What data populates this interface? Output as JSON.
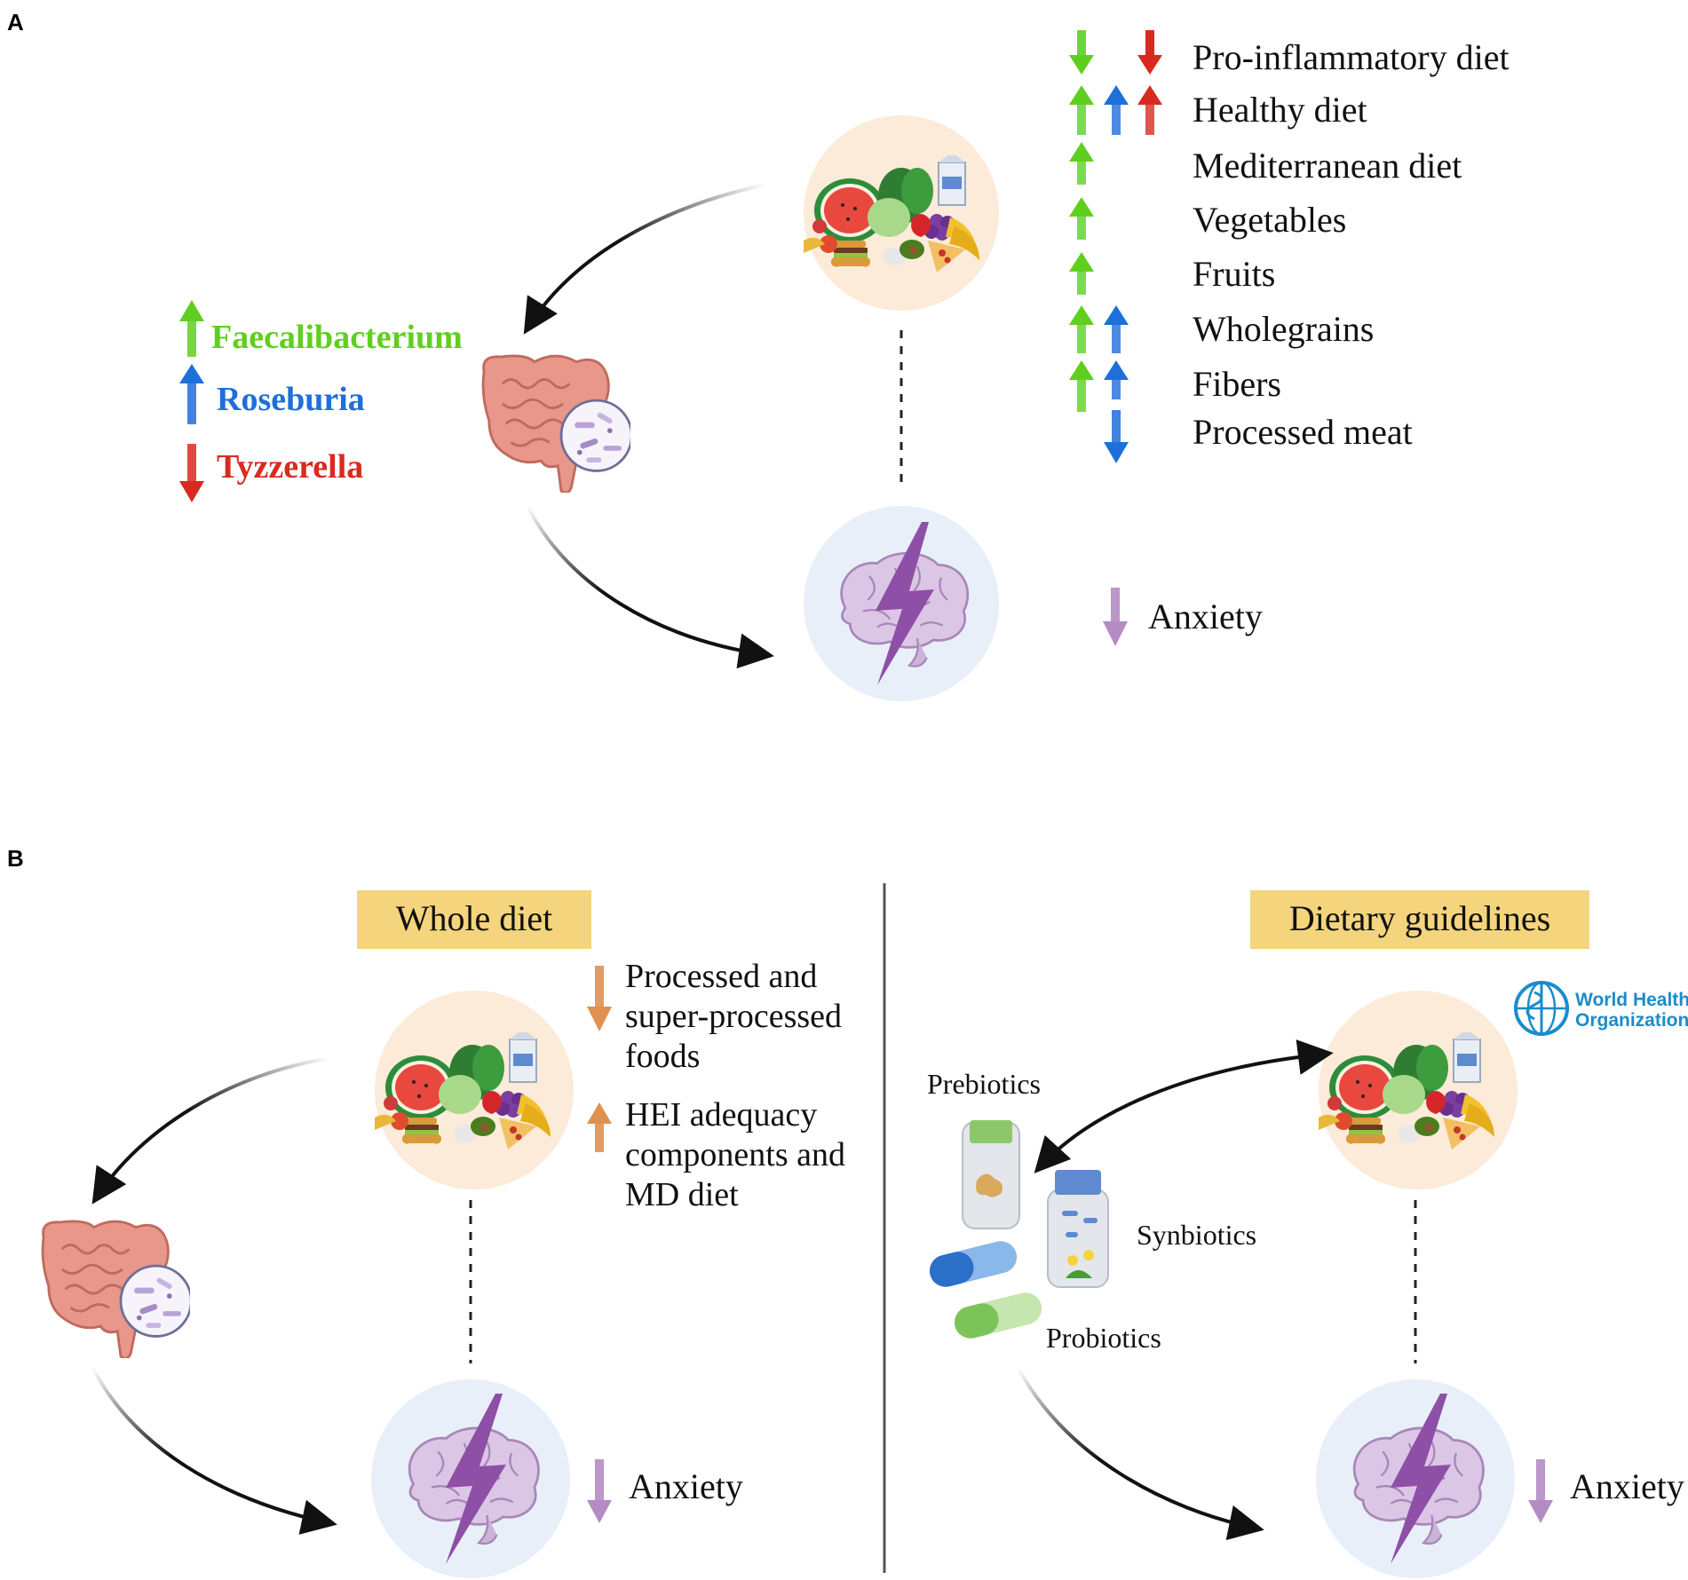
{
  "panel_a": {
    "label": "A",
    "diet_items": [
      "Pro-inflammatory diet",
      "Healthy diet",
      "Mediterranean diet",
      "Vegetables",
      "Fruits",
      "Wholegrains",
      "Fibers",
      "Processed meat"
    ],
    "bacteria": [
      {
        "name": "Faecalibacterium",
        "color": "#5fcf1f",
        "direction": "up"
      },
      {
        "name": "Roseburia",
        "color": "#1e6fd9",
        "direction": "up"
      },
      {
        "name": "Tyzzerella",
        "color": "#d92a1f",
        "direction": "down"
      }
    ],
    "outcome": "Anxiety"
  },
  "panel_b": {
    "label": "B",
    "left": {
      "title": "Whole diet",
      "items": [
        {
          "direction": "down",
          "lines": [
            "Processed and",
            "super-processed",
            "foods"
          ]
        },
        {
          "direction": "up",
          "lines": [
            "HEI adequacy",
            "components and",
            "MD diet"
          ]
        }
      ],
      "outcome": "Anxiety"
    },
    "right": {
      "title": "Dietary guidelines",
      "who_lines": [
        "World Health",
        "Organization"
      ],
      "supplements": [
        "Prebiotics",
        "Synbiotics",
        "Probiotics"
      ],
      "outcome": "Anxiety"
    }
  },
  "colors": {
    "green": "#5fcf1f",
    "blue": "#1e6fd9",
    "red": "#d92a1f",
    "purple": "#b48cc4",
    "orange": "#e09050",
    "title_box": "#f4d47c",
    "food_circle": "#fbebd8",
    "brain_circle": "#e8eff9",
    "who_blue": "#1a8ccc"
  }
}
